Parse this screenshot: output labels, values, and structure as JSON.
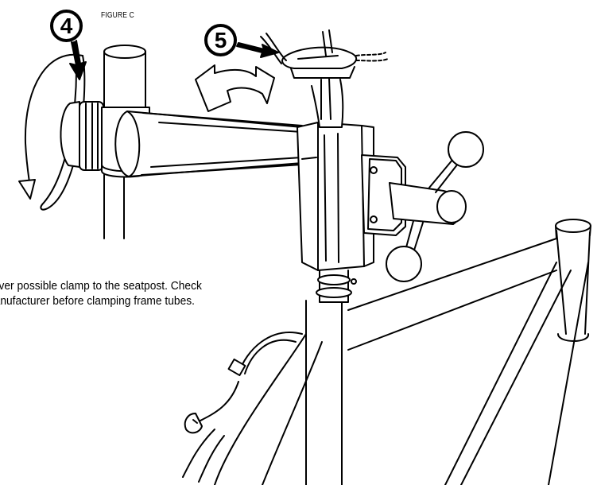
{
  "figure": {
    "label": "FIGURE C",
    "step_4": "4",
    "step_5": "5",
    "caption": {
      "line_1": "ever possible clamp to the seatpost. Check",
      "line_2": "anufacturer before clamping frame tubes."
    }
  },
  "colors": {
    "line": "#000000",
    "background": "#ffffff"
  }
}
